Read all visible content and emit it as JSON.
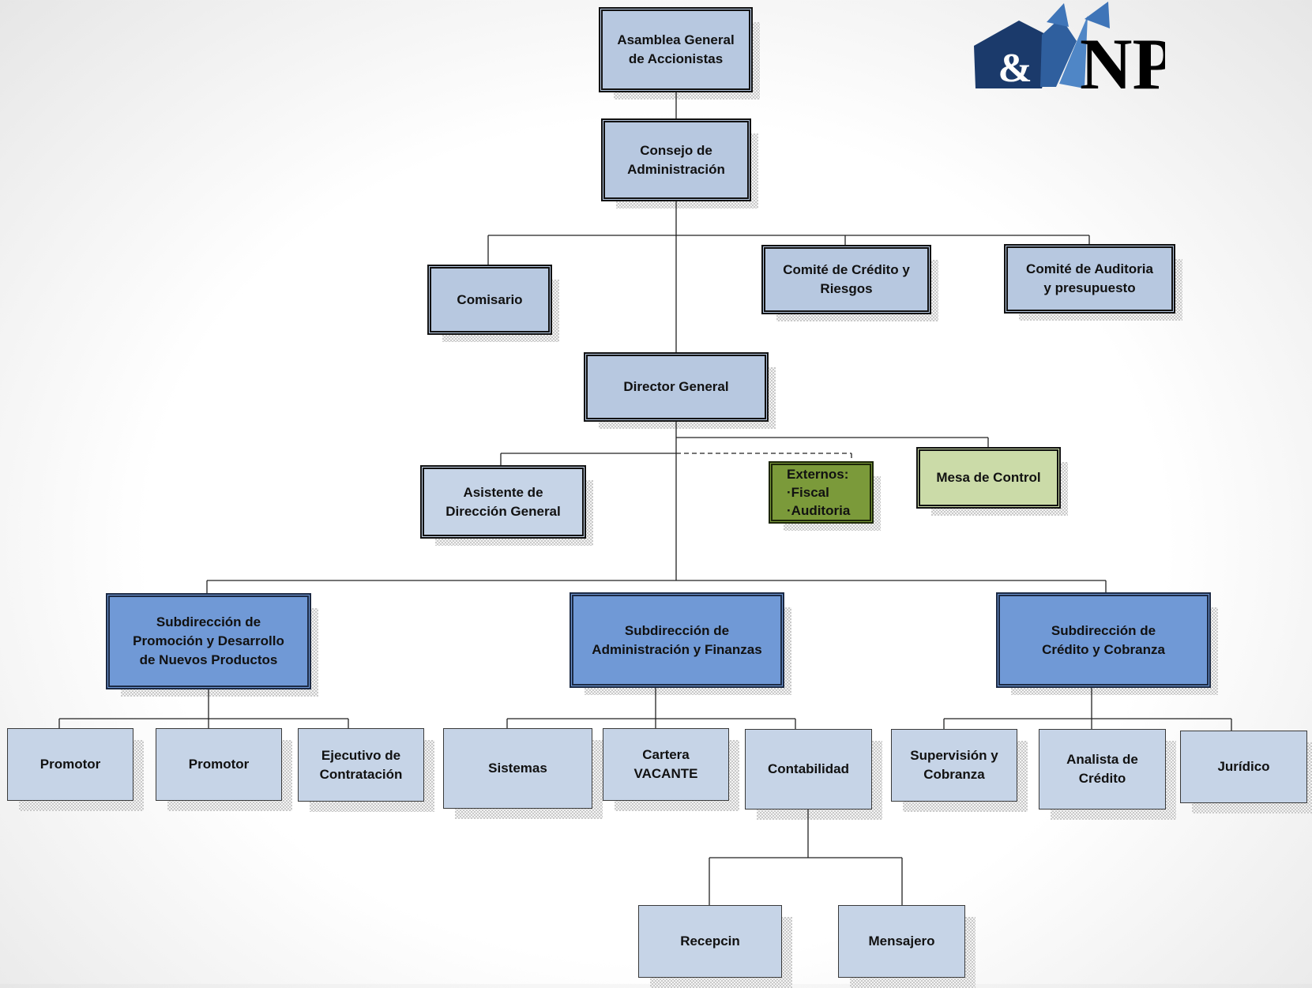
{
  "logo": {
    "ampersand": "&",
    "letters": "NP"
  },
  "nodes": {
    "asamblea": "Asamblea General\nde Accionistas",
    "consejo": "Consejo de\nAdministración",
    "comisario": "Comisario",
    "comite_credito": "Comité de Crédito y\nRiesgos",
    "comite_auditoria": "Comité de Auditoria\ny presupuesto",
    "director": "Director General",
    "asistente": "Asistente de\nDirección General",
    "externos": "Externos:\n·Fiscal\n·Auditoria",
    "mesa": "Mesa de Control",
    "sub_promocion": "Subdirección de\nPromoción y Desarrollo\nde Nuevos Productos",
    "sub_admin": "Subdirección de\nAdministración y Finanzas",
    "sub_credito": "Subdirección de\nCrédito y Cobranza",
    "promotor1": "Promotor",
    "promotor2": "Promotor",
    "ejecutivo": "Ejecutivo de\nContratación",
    "sistemas": "Sistemas",
    "cartera": "Cartera\nVACANTE",
    "contabilidad": "Contabilidad",
    "supervision": "Supervisión y\nCobranza",
    "analista": "Analista de\nCrédito",
    "juridico": "Jurídico",
    "recepcion": "Recepcin",
    "mensajero": "Mensajero"
  },
  "colors": {
    "top_level": "#b7c8e0",
    "subdireccion": "#7099d6",
    "staff": "#c6d4e7",
    "externos": "#7b9a3a",
    "mesa_control": "#cbdba8",
    "logo_blue": "#1b3a6b"
  }
}
